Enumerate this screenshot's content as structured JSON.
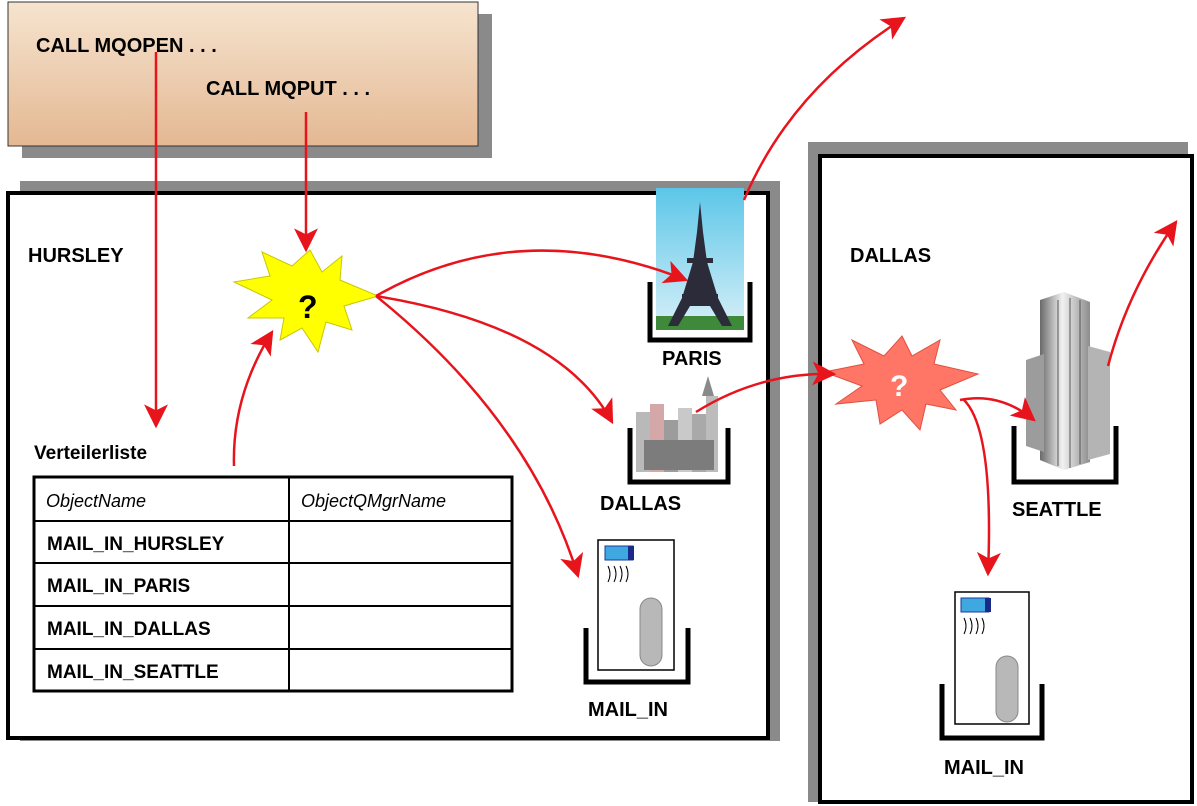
{
  "code_box": {
    "line1": "CALL MQOPEN . . .",
    "line2": "CALL MQPUT . . ."
  },
  "hursley": {
    "title": "HURSLEY",
    "resolver_symbol": "?",
    "distribution_list": {
      "title": "Verteilerliste",
      "columns": [
        "ObjectName",
        "ObjectQMgrName"
      ],
      "rows": [
        [
          "MAIL_IN_HURSLEY",
          ""
        ],
        [
          "MAIL_IN_PARIS",
          ""
        ],
        [
          "MAIL_IN_DALLAS",
          ""
        ],
        [
          "MAIL_IN_SEATTLE",
          ""
        ]
      ]
    },
    "queues": {
      "paris": "PARIS",
      "dallas": "DALLAS",
      "mail_in": "MAIL_IN"
    }
  },
  "dallas": {
    "title": "DALLAS",
    "resolver_symbol": "?",
    "queues": {
      "seattle": "SEATTLE",
      "mail_in": "MAIL_IN"
    }
  },
  "colors": {
    "arrow": "#e8141c",
    "code_box_top": "#f3dcc4",
    "code_box_bottom": "#e6bd98",
    "shadow": "#8a8a8a",
    "resolver_hursley": "#ffff00",
    "resolver_dallas": "#ff7566"
  }
}
